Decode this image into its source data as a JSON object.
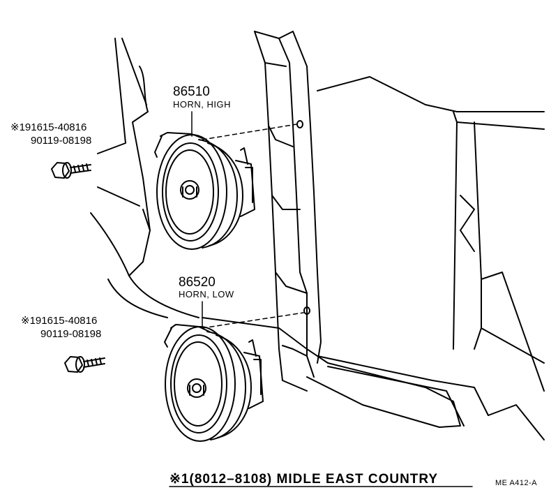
{
  "horn_high": {
    "part_no": "86510",
    "name": "HORN, HIGH"
  },
  "horn_low": {
    "part_no": "86520",
    "name": "HORN, LOW"
  },
  "bolts_upper": {
    "line1": "※191615-40816",
    "line2": "90119-08198"
  },
  "bolts_lower": {
    "line1": "※191615-40816",
    "line2": "90119-08198"
  },
  "footnote": "※1(8012–8108) MIDLE  EAST  COUNTRY",
  "diagram_code": "ME  A412-A"
}
